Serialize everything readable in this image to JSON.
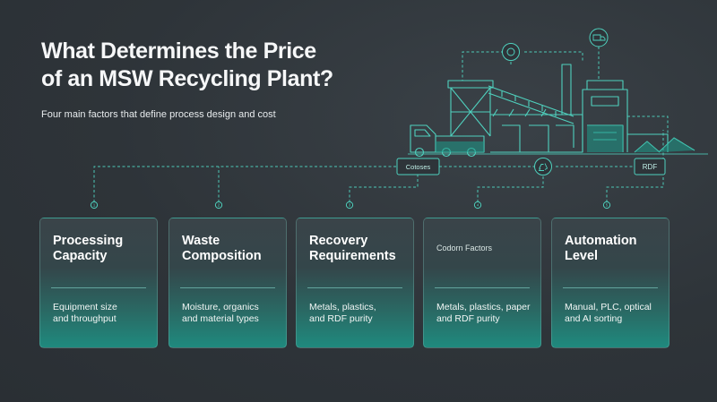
{
  "header": {
    "title_line1": "What Determines the Price",
    "title_line2": "of an MSW Recycling Plant?",
    "subtitle": "Four main factors that define process design and cost"
  },
  "flow": {
    "step_numbers": [
      "1",
      "2",
      "3",
      "4",
      "5"
    ],
    "nodes": {
      "left": "Cotoses",
      "right": "RDF"
    }
  },
  "cards": [
    {
      "title_line1": "Processing",
      "title_line2": "Capacity",
      "desc_line1": "Equipment size",
      "desc_line2": "and throughput"
    },
    {
      "title_line1": "Waste",
      "title_line2": "Composition",
      "desc_line1": "Moisture, organics",
      "desc_line2": "and material types"
    },
    {
      "title_line1": "Recovery",
      "title_line2": "Requirements",
      "desc_line1": "Metals, plastics,",
      "desc_line2": "and RDF purity"
    },
    {
      "title_line1": "Codorn Factors",
      "title_line2": "",
      "desc_line1": "Metals, plastics, paper",
      "desc_line2": "and RDF purity"
    },
    {
      "title_line1": "Automation",
      "title_line2": "Level",
      "desc_line1": "Manual, PLC, optical",
      "desc_line2": "and AI sorting"
    }
  ],
  "colors": {
    "background": "#2e3439",
    "line_accent": "#4fd1be",
    "card_bottom": "#1f8a7e"
  }
}
